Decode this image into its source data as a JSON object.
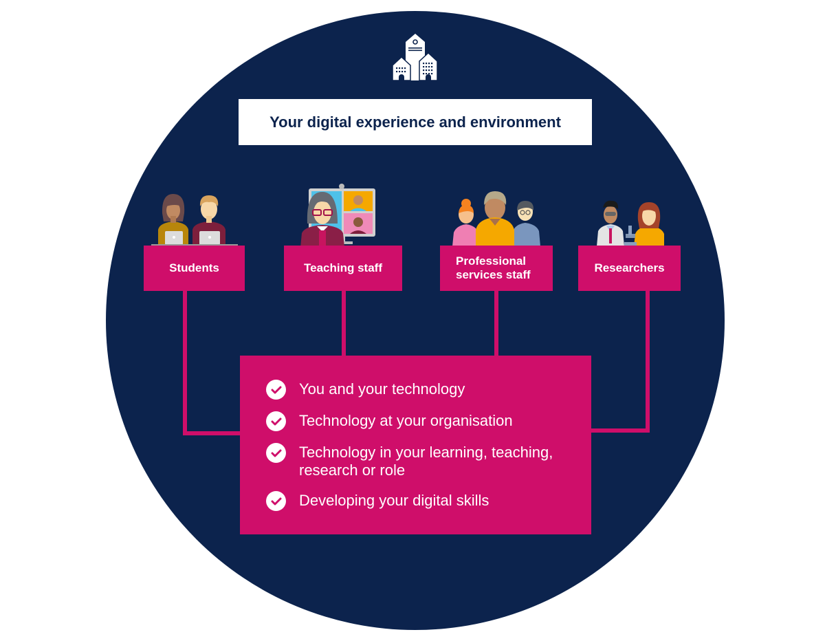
{
  "title": "Your digital experience and environment",
  "icons": {
    "header": "organisation-buildings-icon",
    "check": "check-circle-icon"
  },
  "colors": {
    "circle": "#0c234d",
    "accent": "#cf0e6a",
    "title_bg": "#ffffff",
    "title_text": "#0c234d"
  },
  "groups": [
    {
      "label": "Students",
      "illustration": "students-illustration"
    },
    {
      "label": "Teaching staff",
      "illustration": "teaching-staff-illustration"
    },
    {
      "label_line1": "Professional",
      "label_line2": "services staff",
      "illustration": "professional-services-illustration"
    },
    {
      "label": "Researchers",
      "illustration": "researchers-illustration"
    }
  ],
  "topics": [
    {
      "text": "You and your technology"
    },
    {
      "text": "Technology at your organisation"
    },
    {
      "text": "Technology in your learning, teaching, research or role"
    },
    {
      "text": "Developing your digital skills"
    }
  ]
}
